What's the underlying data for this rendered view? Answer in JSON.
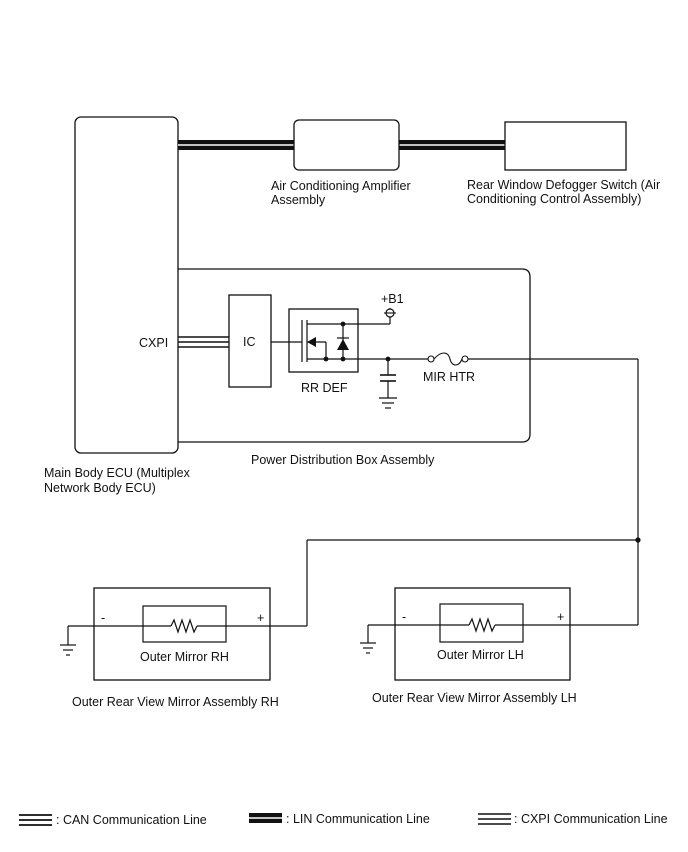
{
  "components": {
    "main_ecu": {
      "port": "CXPI",
      "label_line1": "Main Body ECU (Multiplex",
      "label_line2": "Network Body ECU)"
    },
    "ac_amplifier": {
      "label_line1": "Air Conditioning Amplifier",
      "label_line2": "Assembly"
    },
    "defogger_switch": {
      "label_line1": "Rear Window Defogger Switch (Air",
      "label_line2": "Conditioning Control Assembly)"
    },
    "power_distribution_box": {
      "label": "Power Distribution Box Assembly",
      "ic_label": "IC",
      "relay_label": "RR DEF",
      "supply_label": "+B1",
      "fuse_label": "MIR HTR"
    },
    "mirror_rh": {
      "inner_label": "Outer Mirror RH",
      "assembly_label": "Outer Rear View Mirror Assembly RH",
      "minus": "-",
      "plus": "+"
    },
    "mirror_lh": {
      "inner_label": "Outer Mirror LH",
      "assembly_label": "Outer Rear View Mirror Assembly LH",
      "minus": "-",
      "plus": "+"
    }
  },
  "legend": [
    {
      "style": "CAN",
      "text": ": CAN Communication Line"
    },
    {
      "style": "LIN",
      "text": ": LIN Communication Line"
    },
    {
      "style": "CXPI",
      "text": ": CXPI Communication Line"
    }
  ],
  "colors": {
    "line": "#111111",
    "box_stroke": "#111111",
    "background": "#ffffff"
  }
}
